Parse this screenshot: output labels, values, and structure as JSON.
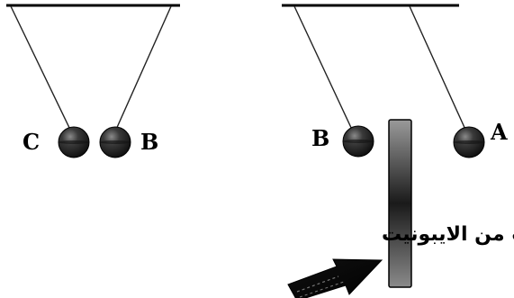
{
  "left_pendulums": {
    "ball_labels": [
      "C",
      "B"
    ]
  },
  "right_pendulums": {
    "ball_labels": [
      "B",
      "A"
    ]
  },
  "rod": {
    "label": "قضيب من الايبونيت"
  },
  "colors": {
    "ball_fill": "#2a2a2a",
    "rod_fill": "#3a3a3a",
    "arrow_fill": "#000000",
    "line": "#000000"
  },
  "icons": {
    "arrow": "arrow-icon",
    "ball": "ball-icon"
  }
}
